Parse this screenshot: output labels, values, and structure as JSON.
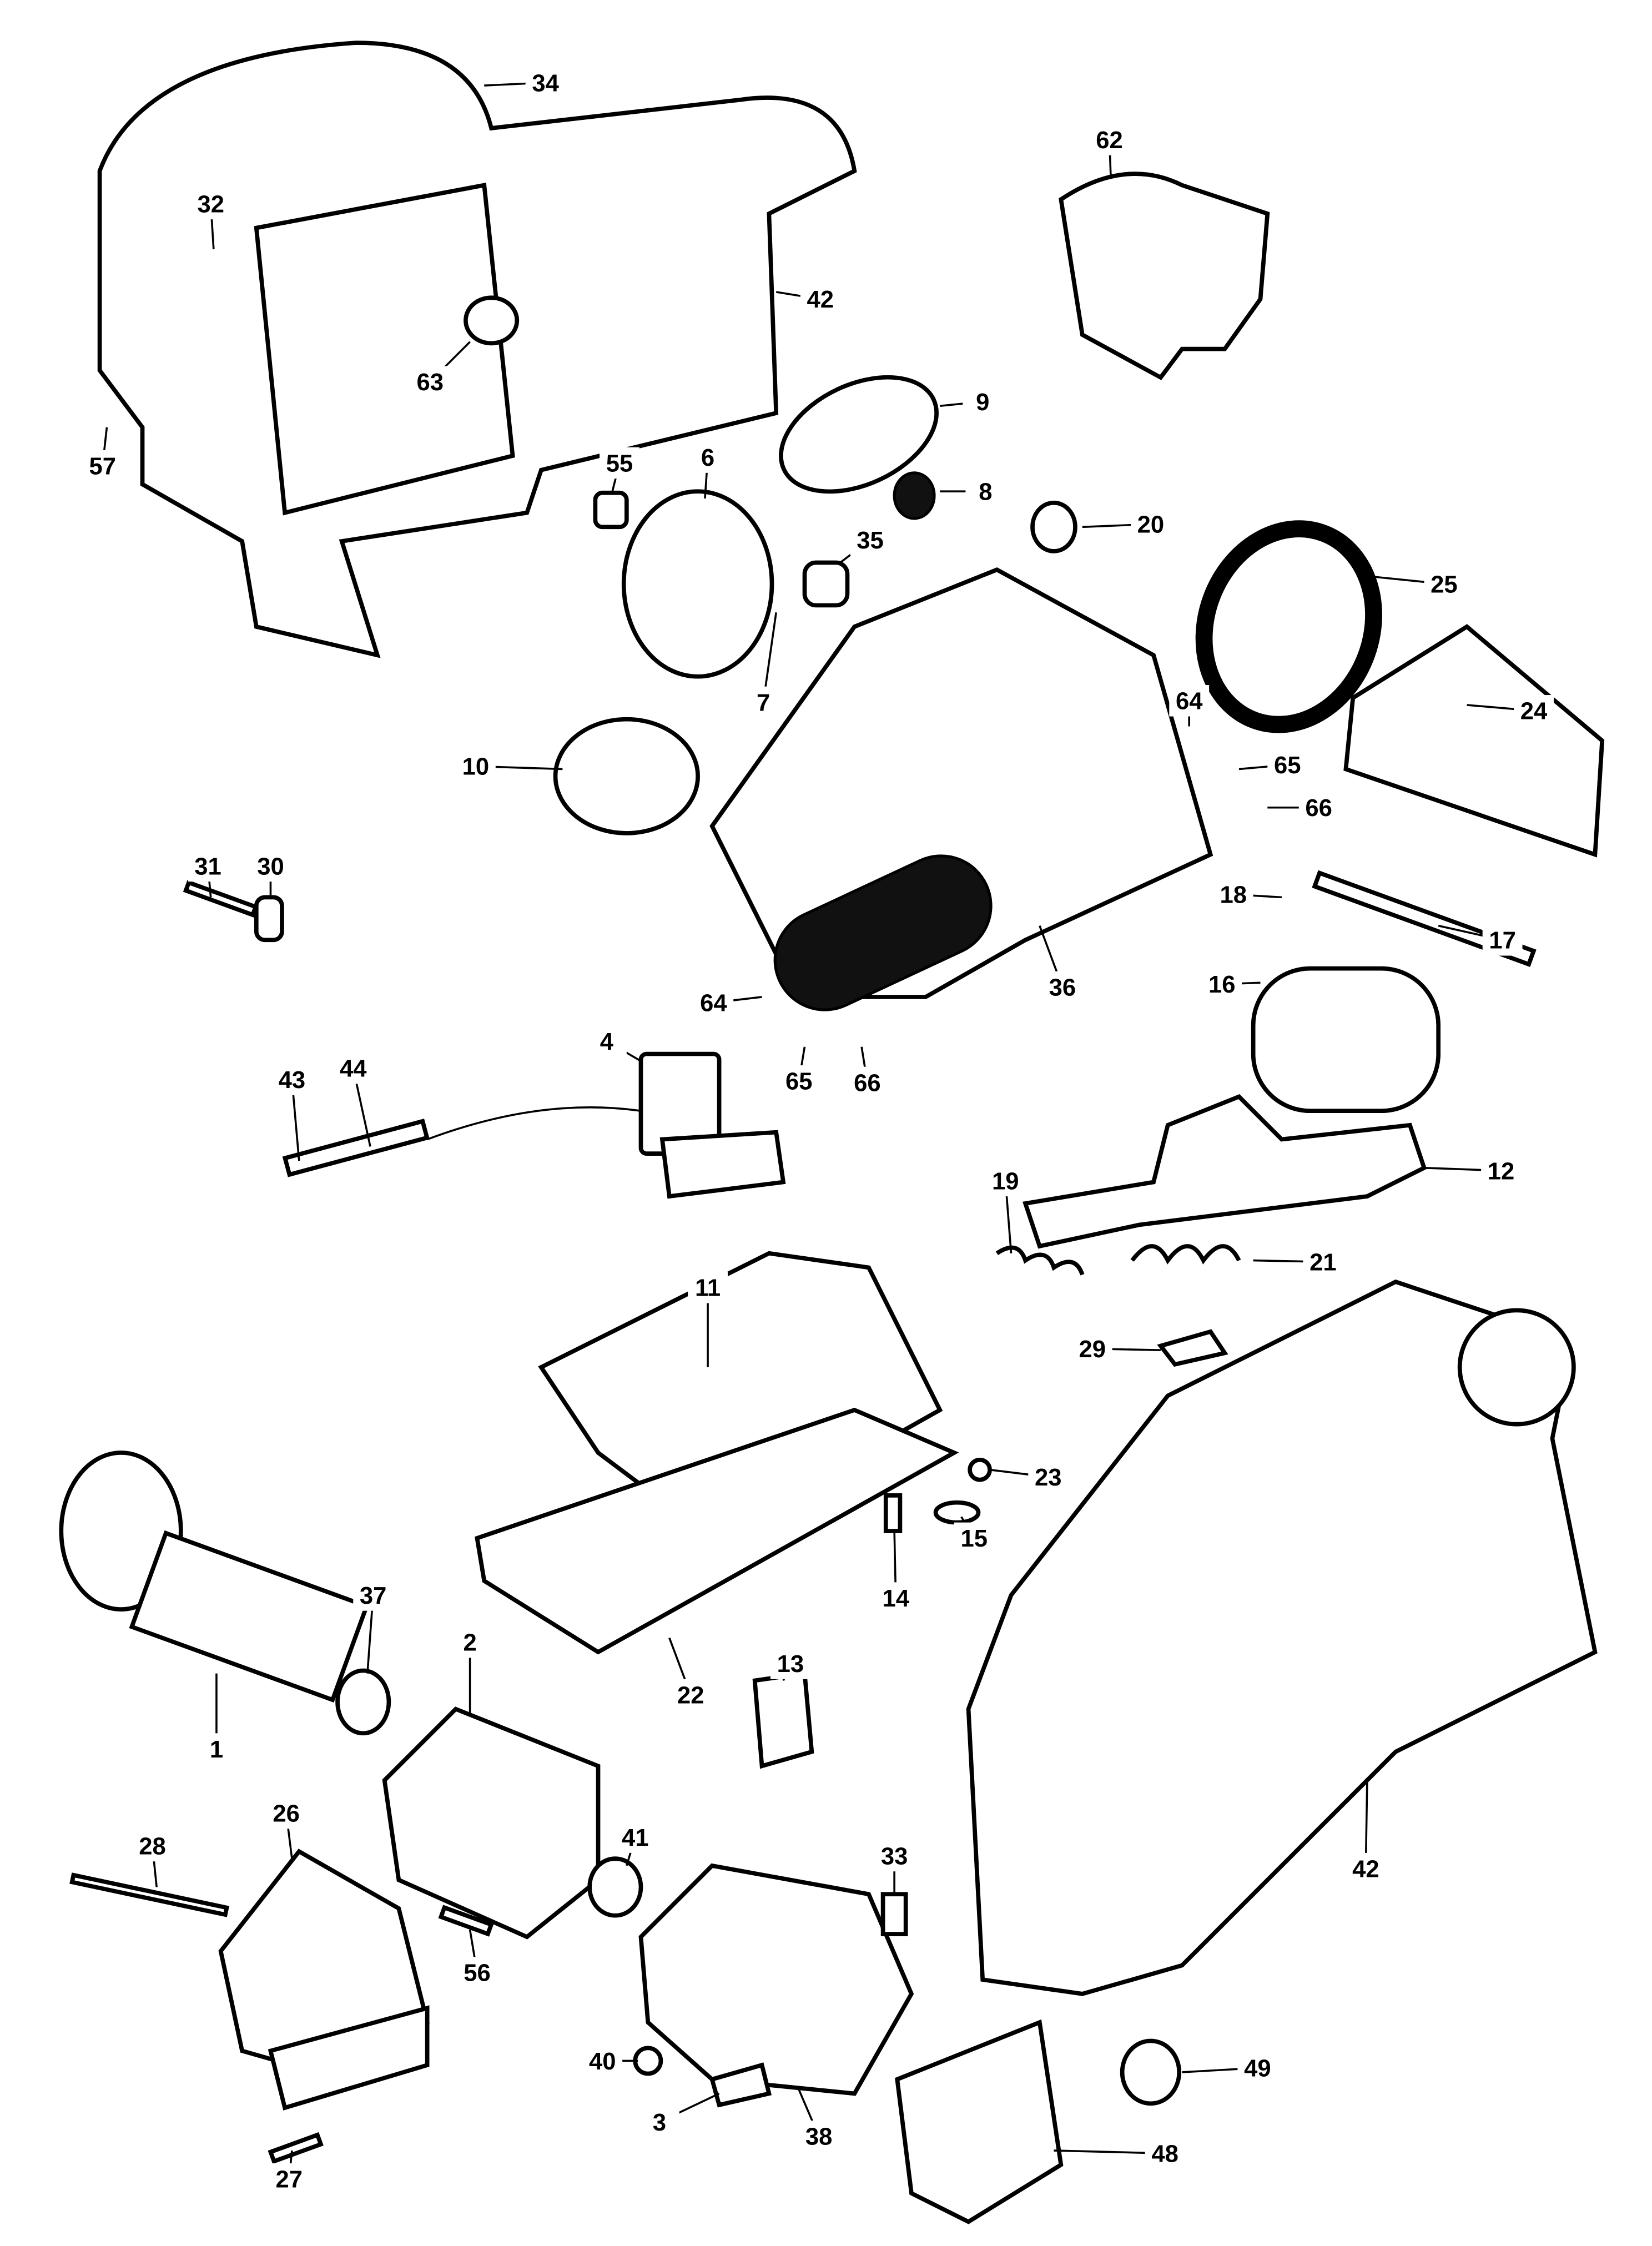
{
  "diagram": {
    "type": "exploded parts diagram",
    "colors": {
      "ink": "#000000",
      "paper": "#ffffff"
    },
    "labels": [
      "34",
      "32",
      "42",
      "63",
      "57",
      "62",
      "9",
      "55",
      "6",
      "8",
      "20",
      "35",
      "25",
      "7",
      "64",
      "24",
      "65",
      "66",
      "10",
      "31",
      "30",
      "18",
      "17",
      "16",
      "36",
      "64",
      "65",
      "66",
      "4",
      "44",
      "43",
      "12",
      "19",
      "21",
      "11",
      "29",
      "23",
      "14",
      "15",
      "37",
      "2",
      "1",
      "13",
      "22",
      "42",
      "26",
      "28",
      "41",
      "33",
      "56",
      "40",
      "49",
      "3",
      "38",
      "48",
      "27"
    ]
  }
}
